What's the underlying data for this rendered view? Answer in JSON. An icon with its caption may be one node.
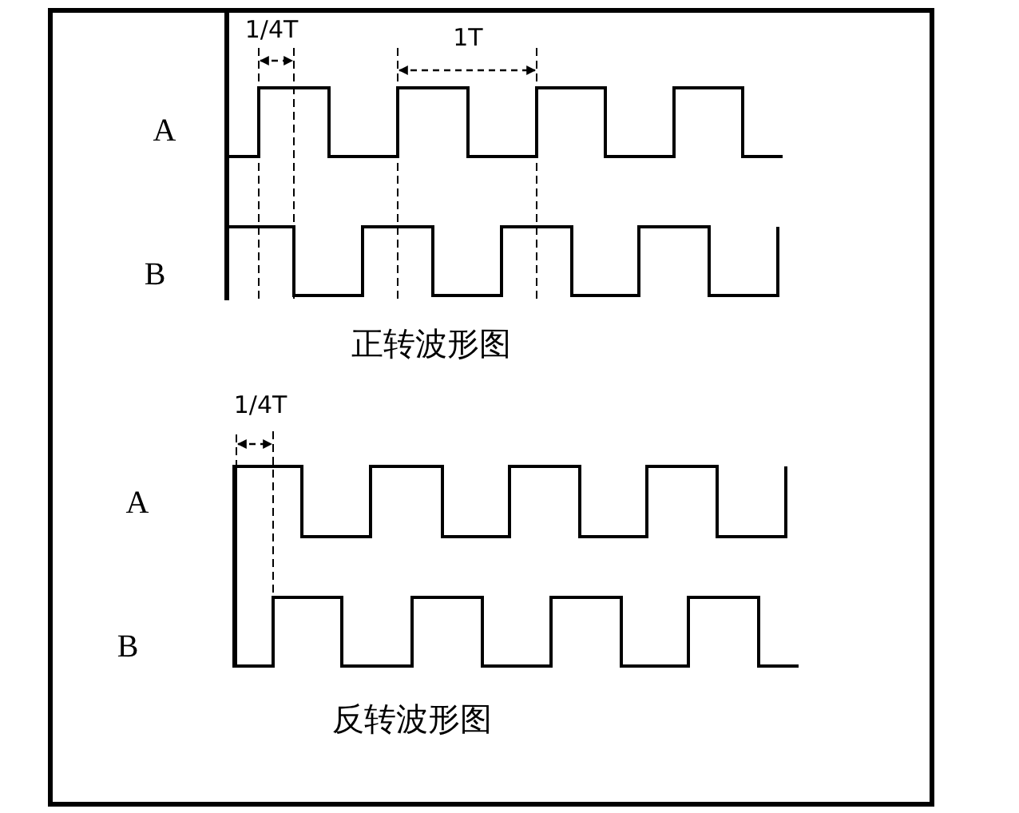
{
  "diagram": {
    "labels": [
      "1/4T",
      "1T",
      "A",
      "B",
      "正转波形图",
      "1/4T",
      "A",
      "B",
      "反转波形图"
    ]
  }
}
